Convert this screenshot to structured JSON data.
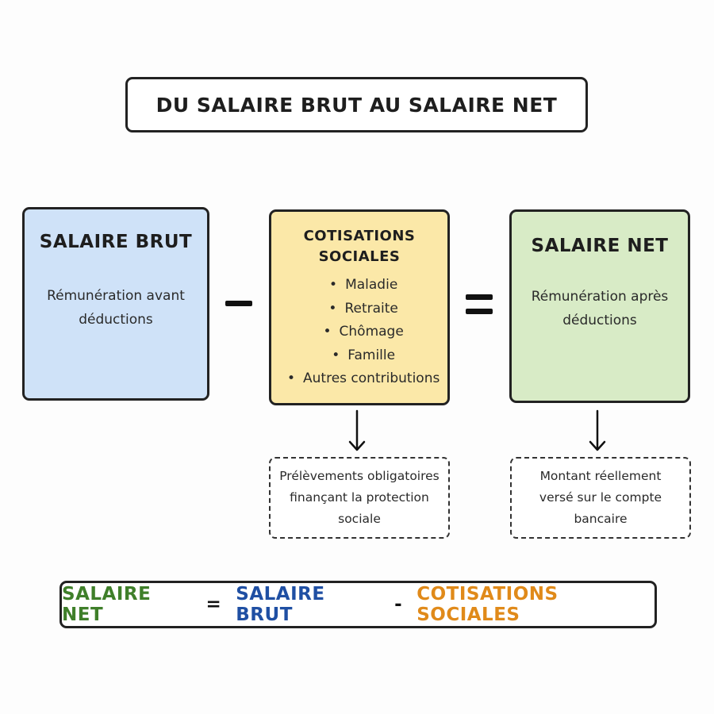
{
  "title": "DU SALAIRE BRUT AU SALAIRE NET",
  "cards": {
    "brut": {
      "title": "SALAIRE BRUT",
      "desc_line1": "Rémunération avant",
      "desc_line2": "déductions",
      "fill": "#cfe2f8"
    },
    "cotisations": {
      "title_line1": "COTISATIONS",
      "title_line2": "SOCIALES",
      "items": [
        "Maladie",
        "Retraite",
        "Chômage",
        "Famille",
        "Autres contributions"
      ],
      "fill": "#fbe8a8"
    },
    "net": {
      "title": "SALAIRE NET",
      "desc_line1": "Rémunération après",
      "desc_line2": "déductions",
      "fill": "#d8ebc6"
    }
  },
  "notes": {
    "cotisations": [
      "Prélèvements obligatoires",
      "finançant la protection",
      "sociale"
    ],
    "net": [
      "Montant réellement",
      "versé sur le compte",
      "bancaire"
    ]
  },
  "formula": {
    "net": "SALAIRE NET",
    "equals": "=",
    "brut": "SALAIRE BRUT",
    "minus": "-",
    "cotisations": "COTISATIONS SOCIALES",
    "colors": {
      "net": "#3f7f2a",
      "brut": "#1f4fa3",
      "cotisations": "#e08a1a"
    }
  }
}
